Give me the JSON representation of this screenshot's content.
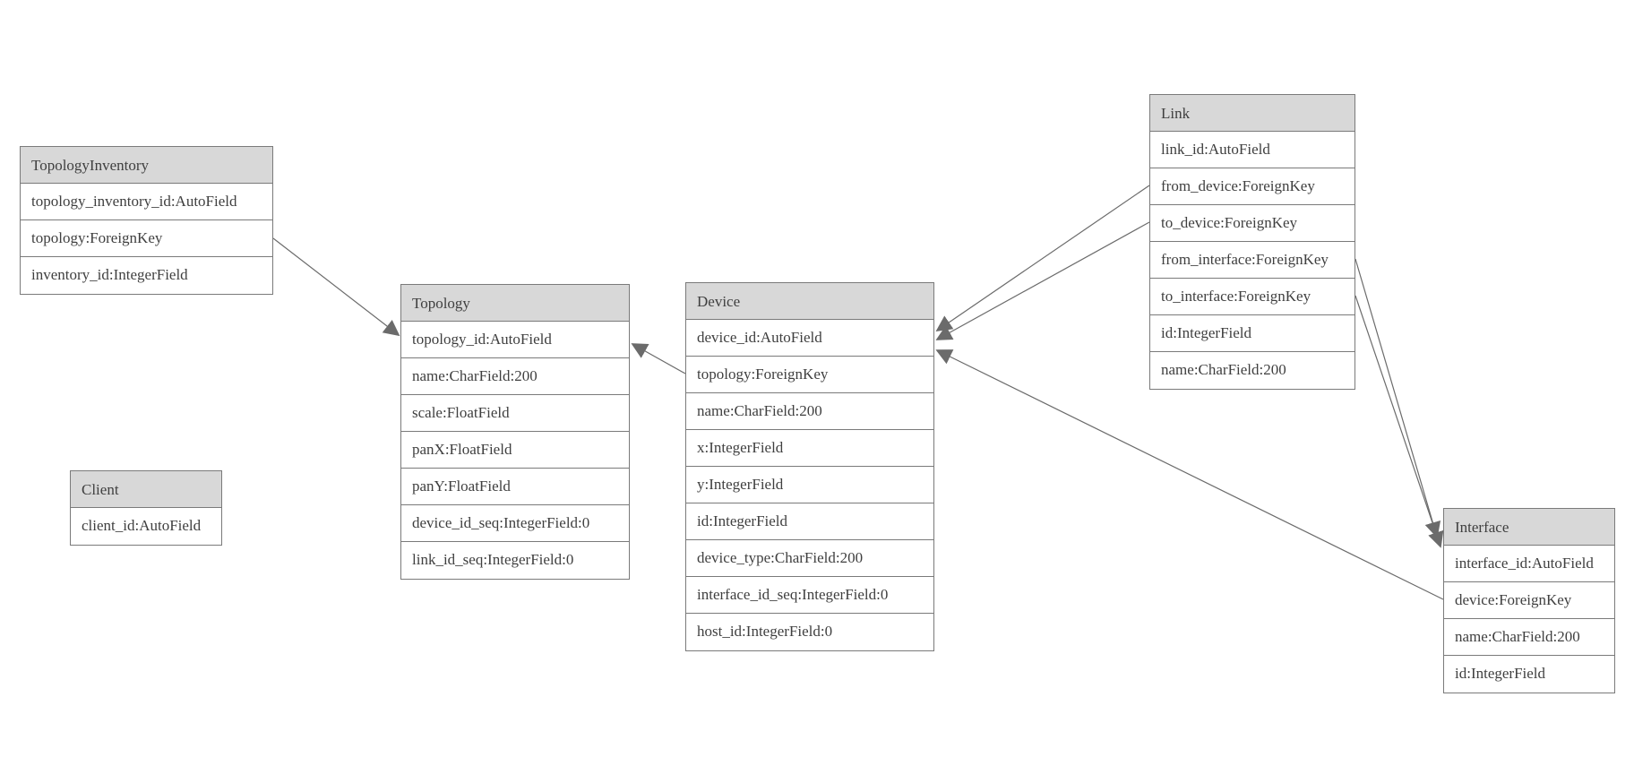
{
  "colors": {
    "background": "#ffffff",
    "entity_header_fill": "#d8d8d8",
    "entity_border": "#7a7a7a",
    "edge_line": "#6b6b6b",
    "text": "#3f3f3f"
  },
  "entities": [
    {
      "name": "TopologyInventory",
      "fields": [
        "topology_inventory_id:AutoField",
        "topology:ForeignKey",
        "inventory_id:IntegerField"
      ]
    },
    {
      "name": "Topology",
      "fields": [
        "topology_id:AutoField",
        "name:CharField:200",
        "scale:FloatField",
        "panX:FloatField",
        "panY:FloatField",
        "device_id_seq:IntegerField:0",
        "link_id_seq:IntegerField:0"
      ]
    },
    {
      "name": "Client",
      "fields": [
        "client_id:AutoField"
      ]
    },
    {
      "name": "Device",
      "fields": [
        "device_id:AutoField",
        "topology:ForeignKey",
        "name:CharField:200",
        "x:IntegerField",
        "y:IntegerField",
        "id:IntegerField",
        "device_type:CharField:200",
        "interface_id_seq:IntegerField:0",
        "host_id:IntegerField:0"
      ]
    },
    {
      "name": "Link",
      "fields": [
        "link_id:AutoField",
        "from_device:ForeignKey",
        "to_device:ForeignKey",
        "from_interface:ForeignKey",
        "to_interface:ForeignKey",
        "id:IntegerField",
        "name:CharField:200"
      ]
    },
    {
      "name": "Interface",
      "fields": [
        "interface_id:AutoField",
        "device:ForeignKey",
        "name:CharField:200",
        "id:IntegerField"
      ]
    }
  ],
  "relationships": [
    {
      "from": "TopologyInventory.topology",
      "to": "Topology"
    },
    {
      "from": "Device.topology",
      "to": "Topology"
    },
    {
      "from": "Link.from_device",
      "to": "Device"
    },
    {
      "from": "Link.to_device",
      "to": "Device"
    },
    {
      "from": "Interface.device",
      "to": "Device"
    },
    {
      "from": "Link.from_interface",
      "to": "Interface"
    },
    {
      "from": "Link.to_interface",
      "to": "Interface"
    }
  ]
}
